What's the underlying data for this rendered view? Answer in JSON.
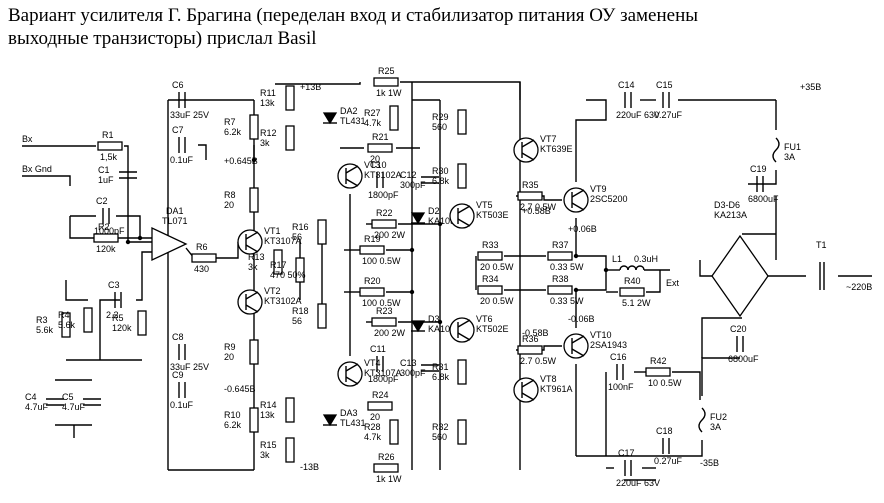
{
  "caption": {
    "line1": "Вариант усилителя Г. Брагина (переделан вход и стабилизатор питания ОУ заменены",
    "line2": "выходные транзисторы) прислал Basil"
  },
  "schematic": {
    "components": [
      {
        "id": "r1",
        "ref": "R1",
        "value": "1,5k",
        "kind": "resistor-h"
      },
      {
        "id": "c1",
        "ref": "C1",
        "value": "1uF",
        "kind": "capacitor-v"
      },
      {
        "id": "c2",
        "ref": "C2",
        "value": "1000pF",
        "kind": "capacitor-h"
      },
      {
        "id": "r2",
        "ref": "R2",
        "value": "120k",
        "kind": "resistor-h"
      },
      {
        "id": "r3",
        "ref": "R3",
        "value": "5.6k",
        "kind": "resistor-v"
      },
      {
        "id": "r4",
        "ref": "R4",
        "value": "5.6k",
        "kind": "resistor-v"
      },
      {
        "id": "c3",
        "ref": "C3",
        "value": "2.2",
        "kind": "capacitor-h"
      },
      {
        "id": "r5",
        "ref": "R5",
        "value": "120k",
        "kind": "resistor-v"
      },
      {
        "id": "c4",
        "ref": "C4",
        "value": "4.7uF",
        "kind": "capacitor-v"
      },
      {
        "id": "c5",
        "ref": "C5",
        "value": "4.7uF",
        "kind": "capacitor-v"
      },
      {
        "id": "c6",
        "ref": "C6",
        "value": "33uF 25V",
        "kind": "capacitor-h"
      },
      {
        "id": "c7",
        "ref": "C7",
        "value": "0.1uF",
        "kind": "capacitor-h"
      },
      {
        "id": "r7",
        "ref": "R7",
        "value": "6.2k",
        "kind": "resistor-v"
      },
      {
        "id": "r8",
        "ref": "R8",
        "value": "20",
        "kind": "resistor-v"
      },
      {
        "id": "da1",
        "ref": "DA1",
        "value": "TL071",
        "kind": "opamp"
      },
      {
        "id": "r6",
        "ref": "R6",
        "value": "430",
        "kind": "resistor-h"
      },
      {
        "id": "vt1",
        "ref": "VT1",
        "value": "KT3107A",
        "kind": "transistor"
      },
      {
        "id": "vt2",
        "ref": "VT2",
        "value": "KT3102A",
        "kind": "transistor"
      },
      {
        "id": "r13",
        "ref": "R13",
        "value": "3k",
        "kind": "resistor-v"
      },
      {
        "id": "c8",
        "ref": "C8",
        "value": "33uF 25V",
        "kind": "capacitor-h"
      },
      {
        "id": "r9",
        "ref": "R9",
        "value": "20",
        "kind": "resistor-v"
      },
      {
        "id": "c9",
        "ref": "C9",
        "value": "0.1uF",
        "kind": "capacitor-h"
      },
      {
        "id": "r10",
        "ref": "R10",
        "value": "6.2k",
        "kind": "resistor-v"
      },
      {
        "id": "r11",
        "ref": "R11",
        "value": "13k",
        "kind": "resistor-v"
      },
      {
        "id": "da2",
        "ref": "DA2",
        "value": "TL431",
        "kind": "zener"
      },
      {
        "id": "r12",
        "ref": "R12",
        "value": "3k",
        "kind": "resistor-v"
      },
      {
        "id": "r25",
        "ref": "R25",
        "value": "1k 1W",
        "kind": "resistor-h"
      },
      {
        "id": "r27",
        "ref": "R27",
        "value": "4.7k",
        "kind": "resistor-v"
      },
      {
        "id": "r21",
        "ref": "R21",
        "value": "20",
        "kind": "resistor-h"
      },
      {
        "id": "vt3",
        "ref": "VT3",
        "value": "KT3102A",
        "kind": "transistor"
      },
      {
        "id": "c10",
        "ref": "C10",
        "value": "1800pF",
        "kind": "capacitor-h"
      },
      {
        "id": "r16",
        "ref": "R16",
        "value": "56",
        "kind": "resistor-v"
      },
      {
        "id": "r22",
        "ref": "R22",
        "value": "200 2W",
        "kind": "resistor-h"
      },
      {
        "id": "r19",
        "ref": "R19",
        "value": "100 0.5W",
        "kind": "resistor-h"
      },
      {
        "id": "r17",
        "ref": "R17",
        "value": "470 50%",
        "kind": "resistor-v"
      },
      {
        "id": "r20",
        "ref": "R20",
        "value": "100 0.5W",
        "kind": "resistor-h"
      },
      {
        "id": "r18",
        "ref": "R18",
        "value": "56",
        "kind": "resistor-v"
      },
      {
        "id": "r23",
        "ref": "R23",
        "value": "200 2W",
        "kind": "resistor-h"
      },
      {
        "id": "vt4",
        "ref": "VT4",
        "value": "KT3107A",
        "kind": "transistor"
      },
      {
        "id": "c11",
        "ref": "C11",
        "value": "1800pF",
        "kind": "capacitor-h"
      },
      {
        "id": "r14",
        "ref": "R14",
        "value": "13k",
        "kind": "resistor-v"
      },
      {
        "id": "da3",
        "ref": "DA3",
        "value": "TL431",
        "kind": "zener"
      },
      {
        "id": "r15",
        "ref": "R15",
        "value": "3k",
        "kind": "resistor-v"
      },
      {
        "id": "r24",
        "ref": "R24",
        "value": "20",
        "kind": "resistor-h"
      },
      {
        "id": "r28",
        "ref": "R28",
        "value": "4.7k",
        "kind": "resistor-v"
      },
      {
        "id": "r26",
        "ref": "R26",
        "value": "1k 1W",
        "kind": "resistor-h"
      },
      {
        "id": "c12",
        "ref": "C12",
        "value": "300pF",
        "kind": "capacitor-v"
      },
      {
        "id": "d2",
        "ref": "D2",
        "value": "KA105",
        "kind": "diode"
      },
      {
        "id": "d3",
        "ref": "D3",
        "value": "KA105",
        "kind": "diode"
      },
      {
        "id": "c13",
        "ref": "C13",
        "value": "300pF",
        "kind": "capacitor-v"
      },
      {
        "id": "r29",
        "ref": "R29",
        "value": "560",
        "kind": "resistor-v"
      },
      {
        "id": "r30",
        "ref": "R30",
        "value": "6.8k",
        "kind": "resistor-v"
      },
      {
        "id": "vt5",
        "ref": "VT5",
        "value": "KT503E",
        "kind": "transistor"
      },
      {
        "id": "r33",
        "ref": "R33",
        "value": "20 0.5W",
        "kind": "resistor-h"
      },
      {
        "id": "r34",
        "ref": "R34",
        "value": "20 0.5W",
        "kind": "resistor-h"
      },
      {
        "id": "vt6",
        "ref": "VT6",
        "value": "KT502E",
        "kind": "transistor"
      },
      {
        "id": "r31",
        "ref": "R31",
        "value": "6.8k",
        "kind": "resistor-v"
      },
      {
        "id": "r32",
        "ref": "R32",
        "value": "560",
        "kind": "resistor-v"
      },
      {
        "id": "vt7",
        "ref": "VT7",
        "value": "KT639E",
        "kind": "transistor"
      },
      {
        "id": "vt8",
        "ref": "VT8",
        "value": "KT961A",
        "kind": "transistor"
      },
      {
        "id": "r35",
        "ref": "R35",
        "value": "2.7 0.5W",
        "kind": "resistor-h"
      },
      {
        "id": "r36",
        "ref": "R36",
        "value": "2.7 0.5W",
        "kind": "resistor-h"
      },
      {
        "id": "vt9",
        "ref": "VT9",
        "value": "2SC5200",
        "kind": "transistor"
      },
      {
        "id": "vt10",
        "ref": "VT10",
        "value": "2SA1943",
        "kind": "transistor"
      },
      {
        "id": "r37",
        "ref": "R37",
        "value": "0.33 5W",
        "kind": "resistor-h"
      },
      {
        "id": "r38",
        "ref": "R38",
        "value": "0.33 5W",
        "kind": "resistor-h"
      },
      {
        "id": "l1",
        "ref": "L1",
        "value": "0.3uH",
        "kind": "inductor"
      },
      {
        "id": "r40",
        "ref": "R40",
        "value": "5.1 2W",
        "kind": "resistor-h"
      },
      {
        "id": "c14",
        "ref": "C14",
        "value": "220uF 63V",
        "kind": "capacitor-h"
      },
      {
        "id": "c15",
        "ref": "C15",
        "value": "0.27uF",
        "kind": "capacitor-h"
      },
      {
        "id": "c16",
        "ref": "C16",
        "value": "100nF",
        "kind": "capacitor-h"
      },
      {
        "id": "r42",
        "ref": "R42",
        "value": "10 0.5W",
        "kind": "resistor-h"
      },
      {
        "id": "c17",
        "ref": "C17",
        "value": "220uF 63V",
        "kind": "capacitor-h"
      },
      {
        "id": "c18",
        "ref": "C18",
        "value": "0.27uF",
        "kind": "capacitor-h"
      },
      {
        "id": "fu1",
        "ref": "FU1",
        "value": "3A",
        "kind": "fuse"
      },
      {
        "id": "fu2",
        "ref": "FU2",
        "value": "3A",
        "kind": "fuse"
      },
      {
        "id": "c19",
        "ref": "C19",
        "value": "6800uF",
        "kind": "capacitor-h"
      },
      {
        "id": "c20",
        "ref": "C20",
        "value": "6800uF",
        "kind": "capacitor-h"
      },
      {
        "id": "d3d6",
        "ref": "D3-D6",
        "value": "KA213A",
        "kind": "bridge"
      },
      {
        "id": "t1",
        "ref": "T1",
        "value": "",
        "kind": "transformer"
      }
    ],
    "nodes": {
      "in_left": "Вх",
      "in_gnd": "Вх Gnd",
      "vplus_op": "+0.645B",
      "vminus_op": "-0.645B",
      "v13p": "+13B",
      "v13m": "-13B",
      "vp058": "+0.58B",
      "vm058": "-0.58B",
      "vp006": "+0.06B",
      "vm006": "-0.06B",
      "out": "Ext",
      "vp35": "+35B",
      "vm35": "-35B",
      "mains": "~220B"
    }
  }
}
